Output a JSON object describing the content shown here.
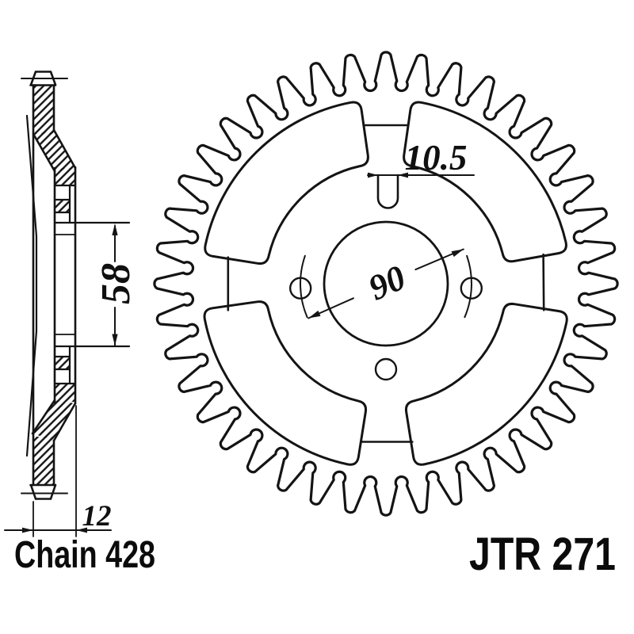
{
  "drawing": {
    "part_label": "JTR 271",
    "chain_label": "Chain 428",
    "dimensions": {
      "bore_diameter": "58",
      "offset_width": "12",
      "slot_width": "10.5",
      "bolt_circle_diameter": "90"
    }
  }
}
